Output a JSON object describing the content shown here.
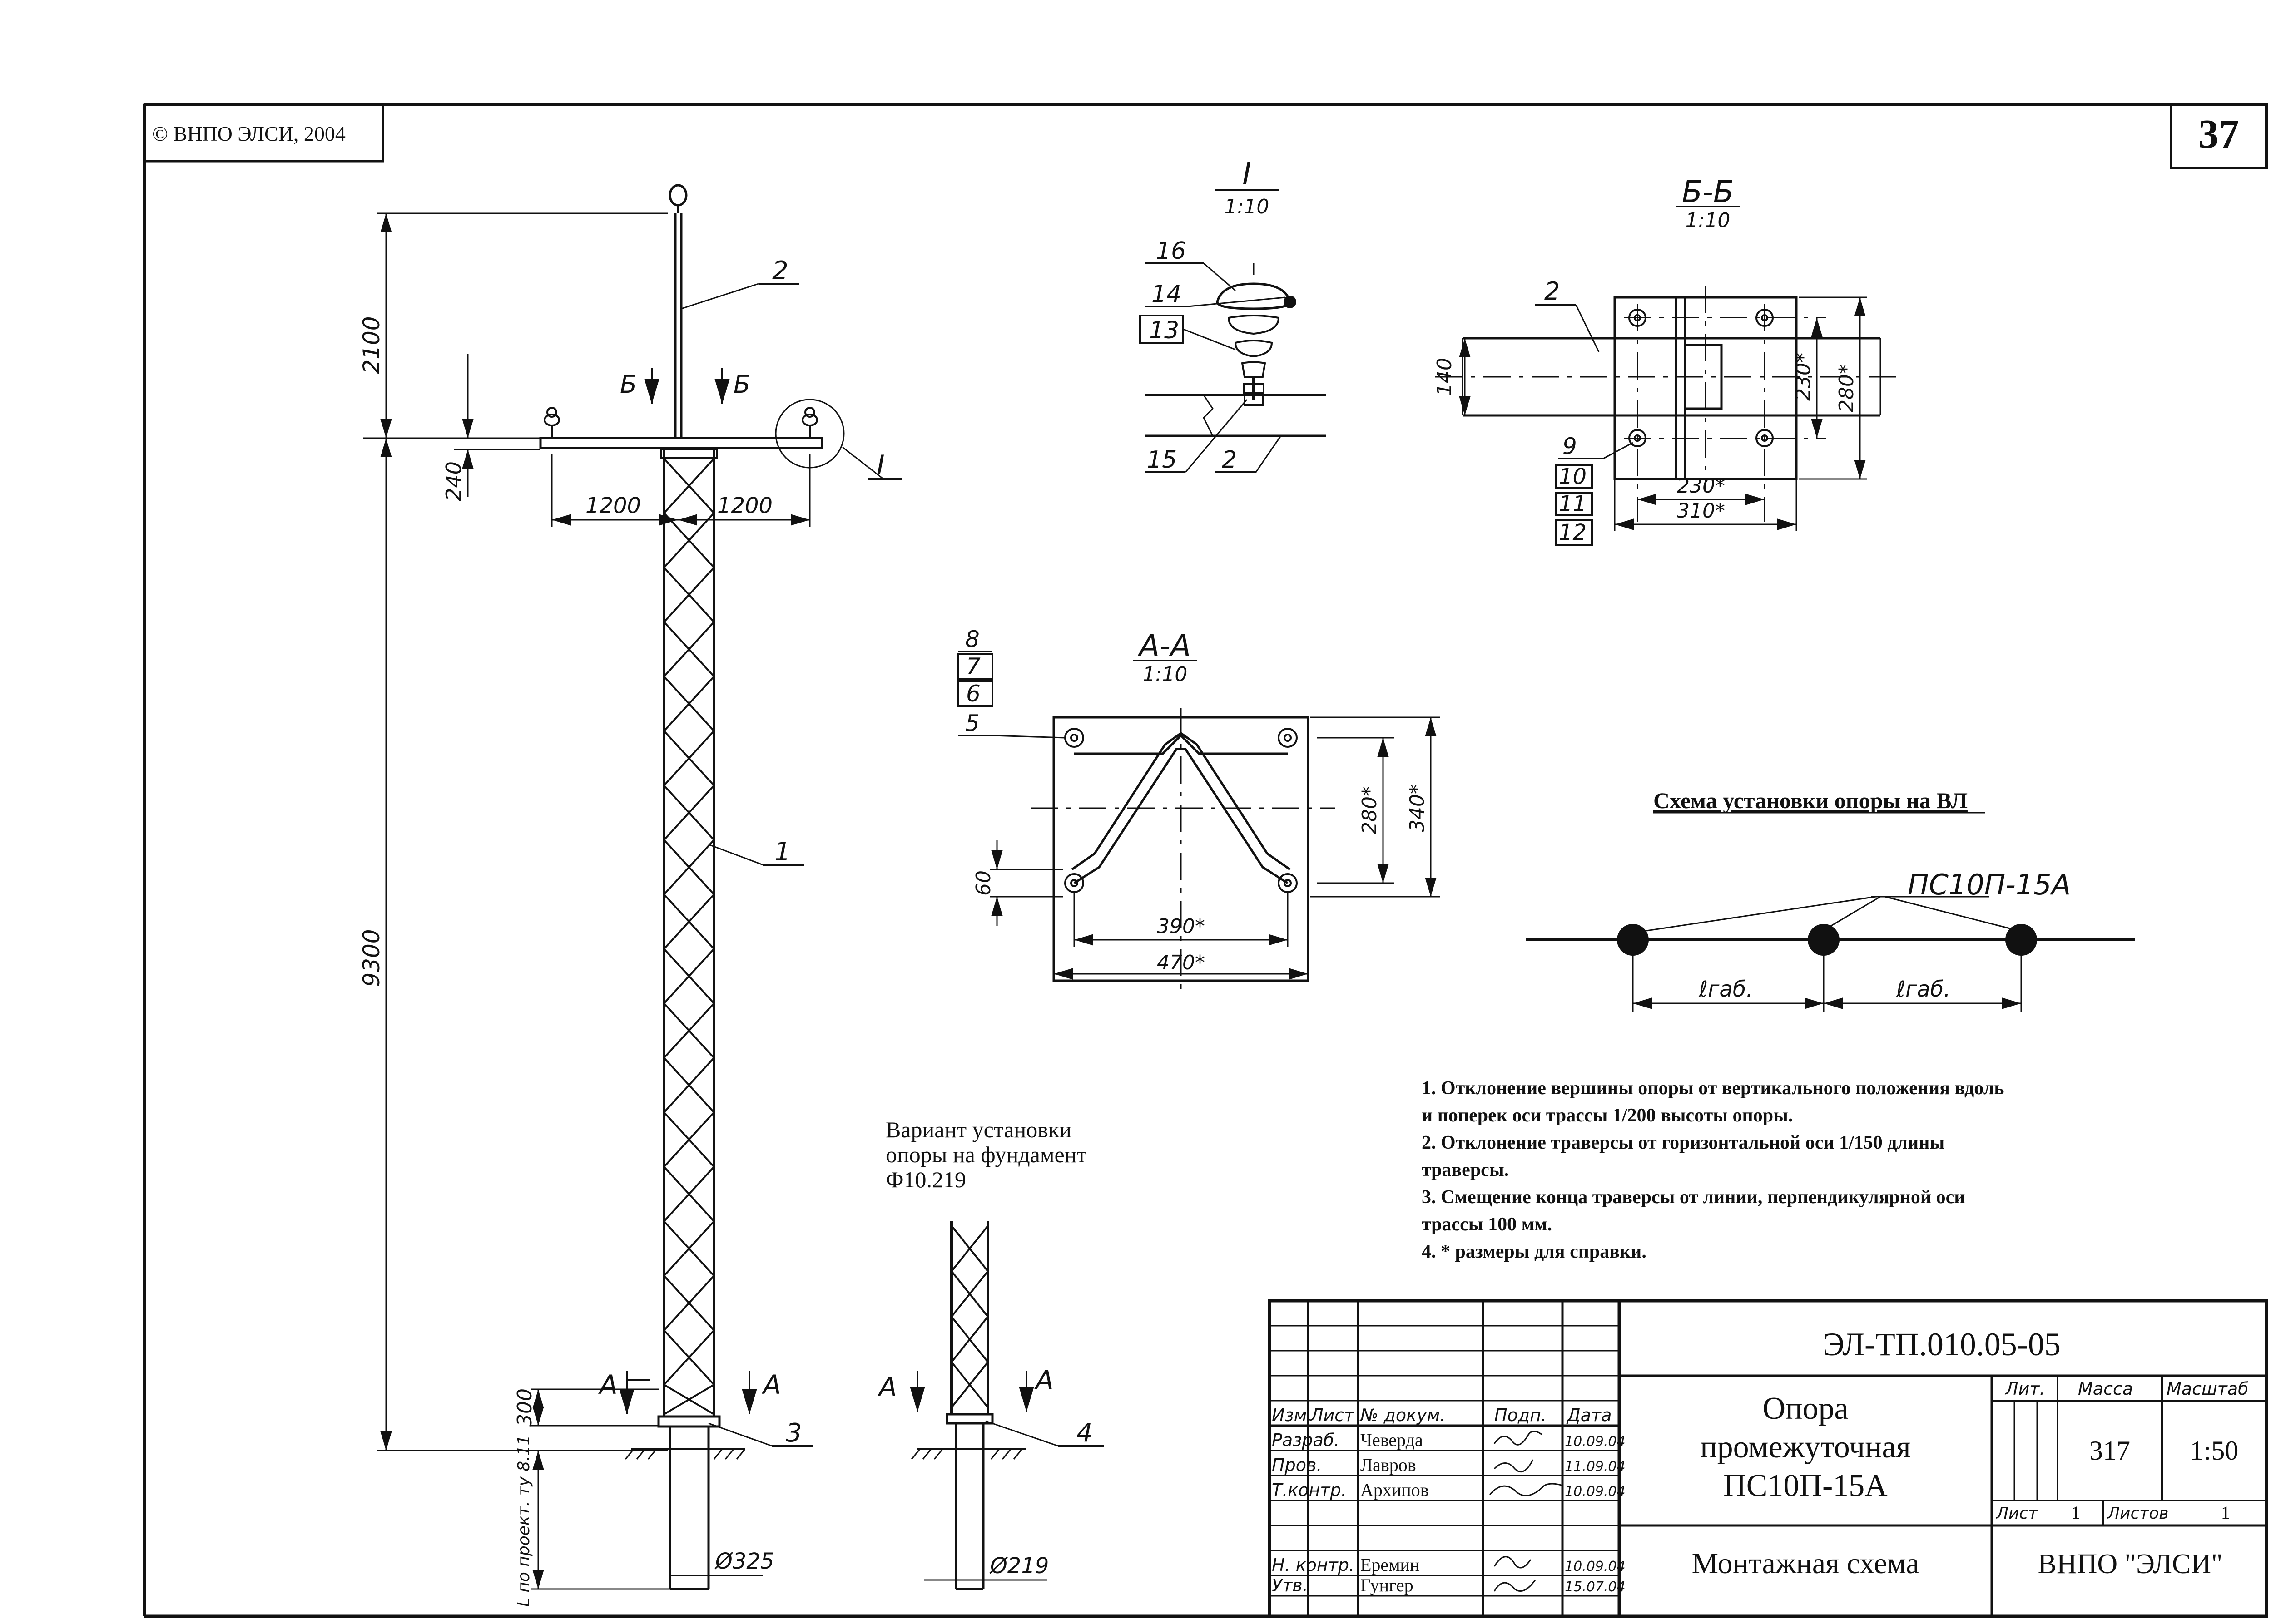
{
  "header": {
    "copyright": "© ВНПО ЭЛСИ, 2004",
    "sheet_number": "37"
  },
  "main_view": {
    "dims": {
      "top": "2100",
      "height": "9300",
      "traverse_drop": "240",
      "base": "300",
      "half_left": "1200",
      "half_right": "1200",
      "embed": "L по проект. ту 8.11",
      "diameter": "Ø325"
    },
    "cut_b": "Б",
    "cut_a": "А",
    "node_i": "I",
    "callouts": [
      "1",
      "2",
      "3"
    ]
  },
  "detail_i": {
    "title": "I",
    "scale": "1:10",
    "callouts": [
      "16",
      "14",
      "13",
      "15",
      "2"
    ]
  },
  "section_bb": {
    "title": "Б-Б",
    "scale": "1:10",
    "callouts": [
      "2",
      "9",
      "10",
      "11",
      "12"
    ],
    "dims": [
      "140",
      "230*",
      "280*",
      "230*",
      "310*"
    ]
  },
  "section_aa": {
    "title": "А-А",
    "scale": "1:10",
    "callouts": [
      "8",
      "7",
      "6",
      "5"
    ],
    "dims": [
      "60",
      "280*",
      "340*",
      "390*",
      "470*"
    ]
  },
  "foundation_variant": {
    "caption": [
      "Вариант установки",
      "опоры на фундамент",
      "Ф10.219"
    ],
    "callout": "4",
    "diameter": "Ø219",
    "cut": "А"
  },
  "installation_scheme": {
    "title": "Схема установки опоры на ВЛ",
    "label": "ПС10П-15А",
    "span_label": "ℓгаб."
  },
  "notes": [
    "1. Отклонение вершины опоры от вертикального положения вдоль",
    "и поперек оси трассы 1/200 высоты опоры.",
    "2. Отклонение траверсы от горизонтальной оси 1/150 длины",
    "траверсы.",
    "3. Смещение конца траверсы от линии, перпендикулярной оси",
    "трассы 100 мм.",
    "4. * размеры для справки."
  ],
  "title_block": {
    "code": "ЭЛ-ТП.010.05-05",
    "name": [
      "Опора",
      "промежуточная",
      "ПС10П-15А"
    ],
    "subtitle": "Монтажная схема",
    "org": "ВНПО \"ЭЛСИ\"",
    "columns": [
      "Изм.",
      "Лист",
      "№ докум.",
      "Подп.",
      "Дата"
    ],
    "rows": [
      {
        "role": "Разраб.",
        "name": "Чеверда",
        "date": "10.09.04"
      },
      {
        "role": "Пров.",
        "name": "Лавров",
        "date": "11.09.04"
      },
      {
        "role": "Т.контр.",
        "name": "Архипов",
        "date": "10.09.04"
      },
      {
        "role": "Н. контр.",
        "name": "Еремин",
        "date": "10.09.04"
      },
      {
        "role": "Утв.",
        "name": "Гунгер",
        "date": "15.07.04"
      }
    ],
    "lit_label": "Лит.",
    "mass_label": "Масса",
    "scale_label": "Масштаб",
    "mass": "317",
    "scale": "1:50",
    "sheet_label": "Лист",
    "sheet": "1",
    "sheets_label": "Листов",
    "sheets": "1"
  }
}
